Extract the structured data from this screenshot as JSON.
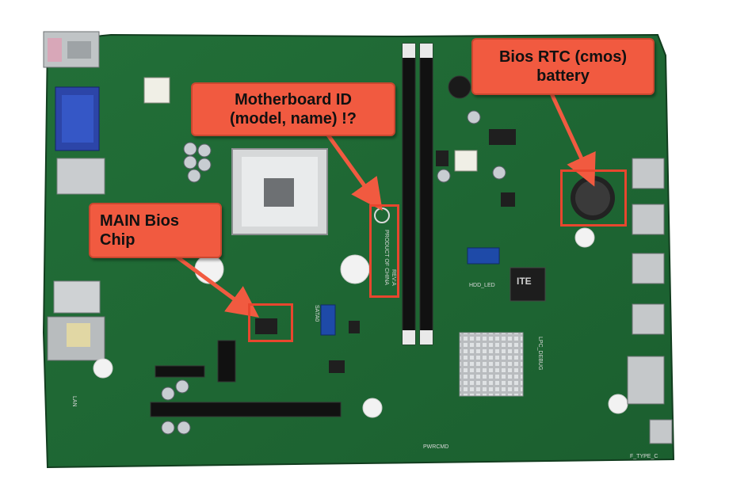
{
  "photo": {
    "subject": "motherboard-photo",
    "colors": {
      "pcb": "#1f6a35",
      "pcb_dark": "#174f28",
      "callout_fill": "#f15a40",
      "highlight_border": "#e8462e"
    }
  },
  "callouts": {
    "model": {
      "line1": "Motherboard ID",
      "line2": "(model, name) !?"
    },
    "bios": {
      "line1": "MAIN Bios",
      "line2": "Chip"
    },
    "rtc": {
      "line1": "Bios RTC (cmos)",
      "line2": "battery"
    }
  },
  "board_labels": {
    "silkscreen_made": "PRODUCT OF CHINA",
    "silkscreen_rev": "REV:A",
    "hdd_led": "HDD_LED",
    "lan": "LAN",
    "pwrcmd": "PWRCMD",
    "f_type_c": "F_TYPE_C",
    "sata0": "SATA0",
    "lpc_debug": "LPC_DEBUG"
  },
  "chip_logo": "ITE"
}
